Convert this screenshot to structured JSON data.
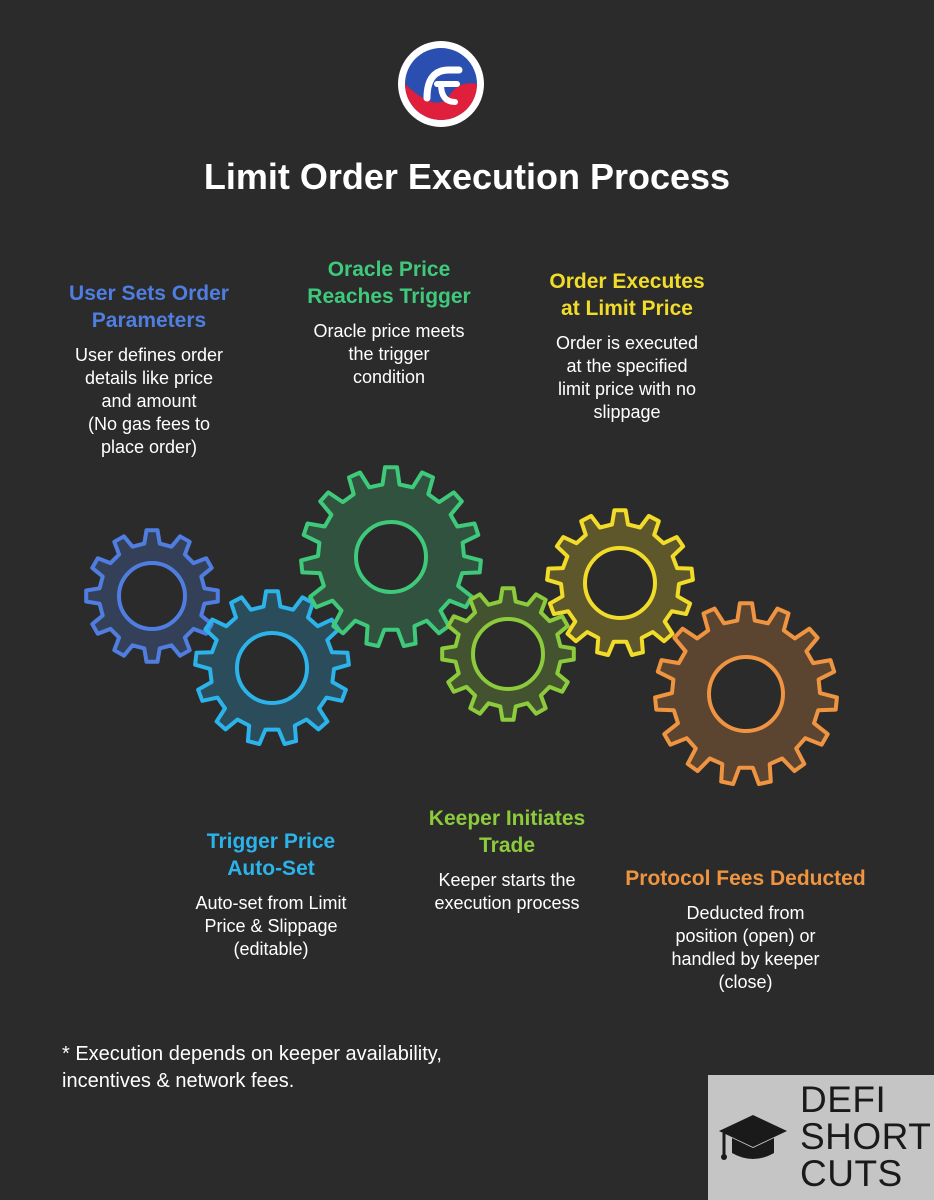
{
  "title": "Limit Order Execution Process",
  "colors": {
    "background": "#2b2b2b",
    "blue": "#4f7ee0",
    "cyan": "#2bb3ea",
    "green": "#3ec97b",
    "lime": "#8ccb3b",
    "yellow": "#f2dc2a",
    "orange": "#ef9440"
  },
  "steps": [
    {
      "title": "User Sets Order\nParameters",
      "description": "User defines order\ndetails like price\nand amount\n(No gas fees to\nplace order)"
    },
    {
      "title": "Oracle Price\nReaches Trigger",
      "description": "Oracle price meets\nthe trigger\ncondition"
    },
    {
      "title": "Order Executes\nat Limit Price",
      "description": "Order is executed\nat the specified\nlimit price with no\nslippage"
    },
    {
      "title": "Trigger Price\nAuto-Set",
      "description": "Auto-set from Limit\nPrice & Slippage\n(editable)"
    },
    {
      "title": "Keeper Initiates\nTrade",
      "description": "Keeper starts the\nexecution process"
    },
    {
      "title": "Protocol Fees Deducted",
      "description": "Deducted from\nposition (open) or\nhandled by keeper\n(close)"
    }
  ],
  "footnote": "* Execution depends on keeper availability,\nincentives & network fees.",
  "brand": {
    "text": "DEFI\nSHORT\nCUTS",
    "icon": "graduation-cap-icon"
  },
  "logo": {
    "icon": "defi-logo-icon"
  }
}
